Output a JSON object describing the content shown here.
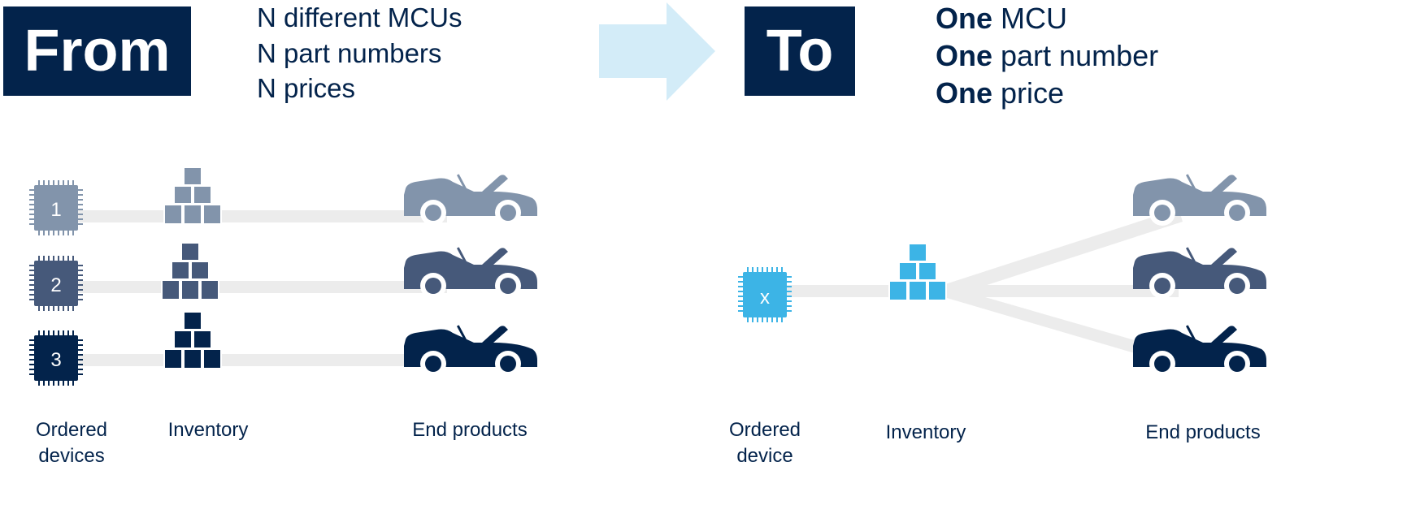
{
  "from": {
    "title": "From",
    "lines": [
      "N different MCUs",
      "N part numbers",
      "N prices"
    ]
  },
  "to": {
    "title": "To",
    "lines": [
      {
        "bold": "One",
        "rest": " MCU"
      },
      {
        "bold": "One",
        "rest": " part number"
      },
      {
        "bold": "One",
        "rest": " price"
      }
    ]
  },
  "left_chips": [
    "1",
    "2",
    "3"
  ],
  "right_chip": "x",
  "captions": {
    "left_ordered": [
      "Ordered",
      "devices"
    ],
    "left_inventory": "Inventory",
    "left_end": "End products",
    "right_ordered": [
      "Ordered",
      "device"
    ],
    "right_inventory": "Inventory",
    "right_end": "End products"
  },
  "colors": {
    "navy": "#03234b",
    "row1": "#8294ab",
    "row2": "#46597a",
    "row3": "#03234b",
    "accent": "#3cb4e6",
    "arrow": "#d3ecf8",
    "line": "#ececec"
  },
  "icons": [
    "arrow-right-icon",
    "chip-icon",
    "boxes-stack-icon",
    "car-icon"
  ]
}
